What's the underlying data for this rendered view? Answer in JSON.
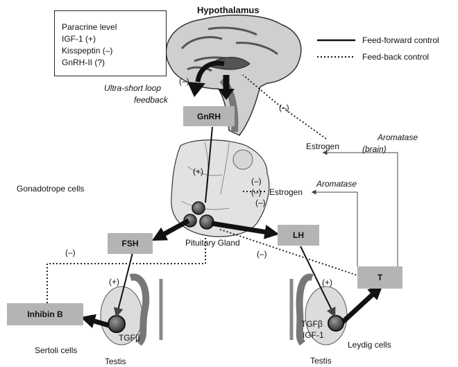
{
  "title": "Hypothalamus",
  "paracrine_box": {
    "lines": [
      "Paracrine level",
      "IGF-1 (+)",
      "Kisspeptin (–)",
      "GnRH-II (?)"
    ]
  },
  "legend": {
    "feed_forward": "Feed-forward control",
    "feed_back": "Feed-back control"
  },
  "ultra_short": [
    "Ultra-short loop",
    "feedback"
  ],
  "hormones": {
    "gnrh": "GnRH",
    "fsh": "FSH",
    "lh": "LH",
    "t": "T",
    "inhibin_b": "Inhibin B"
  },
  "labels": {
    "estrogen_brain": "Estrogen",
    "estrogen_pituitary": "Estrogen",
    "aromatase_brain": [
      "Aromatase",
      "(brain)"
    ],
    "aromatase": "Aromatase",
    "gonadotrope_cells": "Gonadotrope cells",
    "pituitary_gland": "Pituitary Gland",
    "sertoli_cells": "Sertoli cells",
    "leydig_cells": "Leydig cells",
    "testis_left": "Testis",
    "testis_right": "Testis",
    "tgfb_left": "TGFβ",
    "tgfb_right": "TGFβ",
    "igf1_right": "IGF-1"
  },
  "signs": {
    "minus_ultra": "(–)",
    "minus_estrogen_brain": "(–)",
    "plus_pituitary": "(+)",
    "minus_estrogen_pit_1": "(–)",
    "minus_estrogen_pit_2": "(–)",
    "minus_estrogen_pit_3": "(–)",
    "minus_inhibin": "(–)",
    "minus_testosterone": "(–)",
    "plus_fsh": "(+)",
    "plus_lh": "(+)"
  }
}
